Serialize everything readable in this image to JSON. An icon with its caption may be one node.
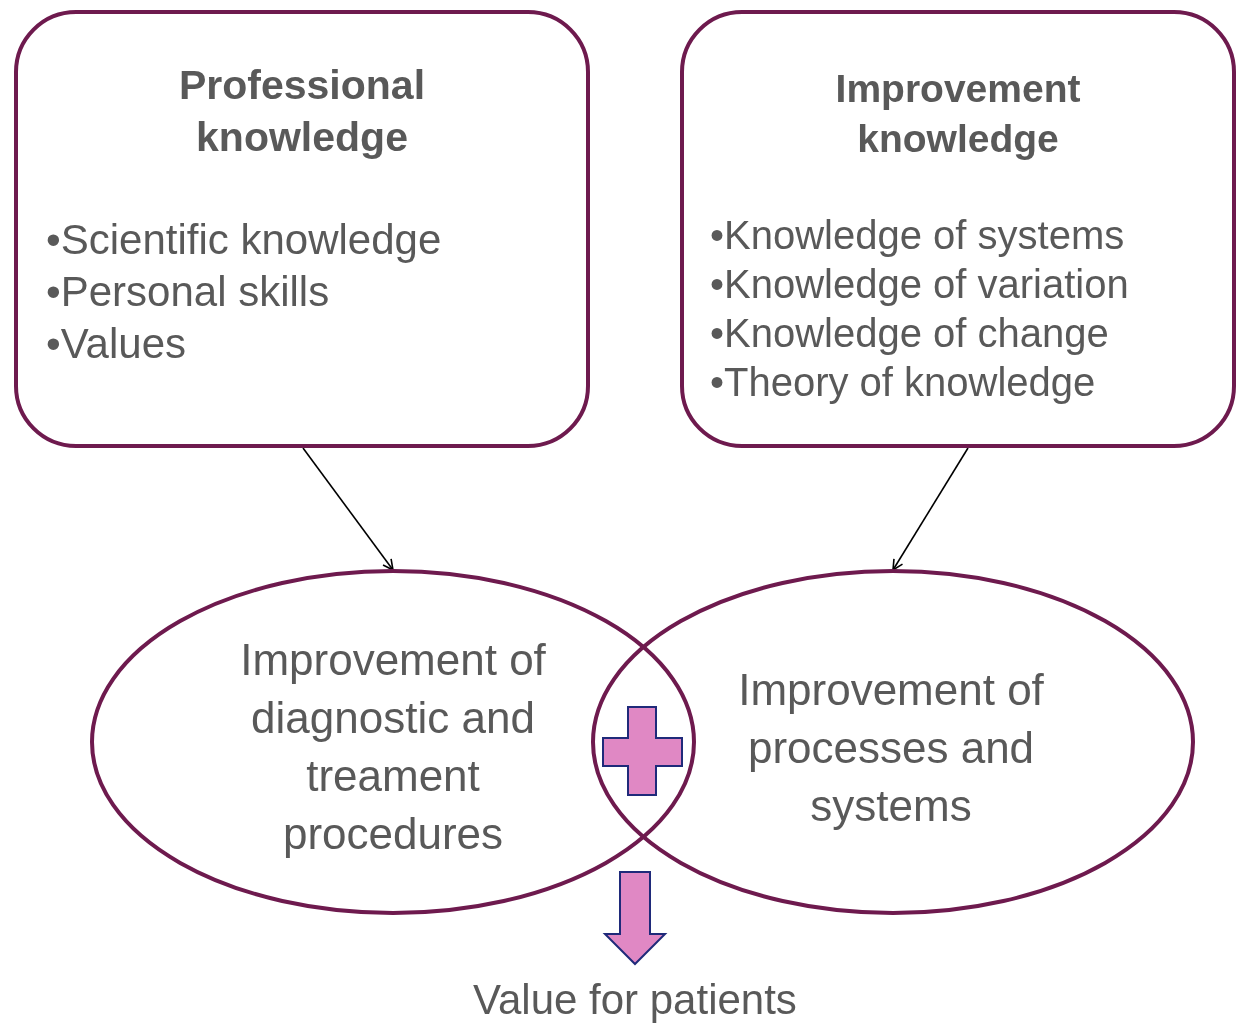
{
  "diagram": {
    "nodes": [
      {
        "text": [
          "Professional knowledge",
          "•Scientific knowledge",
          "•Personal skills",
          "•Values"
        ]
      },
      {
        "text": [
          "Improvement knowledge",
          "•Knowledge of systems",
          "•Knowledge of variation",
          "•Knowledge of change",
          "•Theory of knowledge"
        ]
      },
      {
        "text": [
          "Improvement of diagnostic and treament procedures"
        ]
      },
      {
        "text": [
          "Improvement of processes and systems"
        ]
      },
      {
        "text": [
          "Value for patients"
        ]
      }
    ],
    "edges": [
      {
        "from": 0,
        "to": 2,
        "arrow": "to"
      },
      {
        "from": 1,
        "to": 3,
        "arrow": "to"
      },
      {
        "from": null,
        "to": 4,
        "arrow": "to",
        "style": "thick",
        "color": "#e088c4"
      }
    ]
  }
}
